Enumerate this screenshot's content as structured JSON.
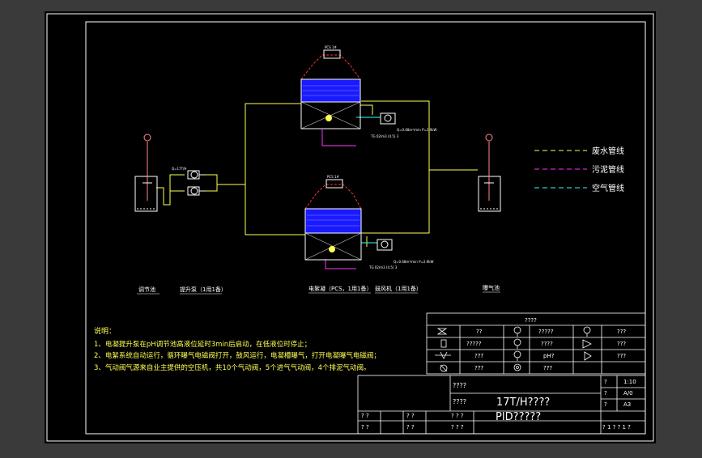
{
  "labels": {
    "left_tank": "调节池",
    "pump": "提升泵（1用1备）",
    "electrolyzer": "电絮凝（PCS，1用1备）",
    "blower": "鼓风机（1用1备）",
    "right_tank": "曝气池"
  },
  "legend": [
    {
      "label": "废水管线",
      "color": "#ffff55"
    },
    {
      "label": "污泥管线",
      "color": "#ff33ff"
    },
    {
      "label": "空气管线",
      "color": "#33ffff"
    }
  ],
  "notes": {
    "title": "说明：",
    "lines": [
      "1、电凝提升泵在pH调节池高液位延时3min后启动，在低液位时停止；",
      "2、电絮系统自动运行，循环曝气电磁阀打开，鼓风运行，电凝槽曝气，打开电凝曝气电磁阀；",
      "3、气动阀气源来自业主提供的空压机，共10个气动阀，5个进气气动阀，4个排泥气动阀。"
    ]
  },
  "symbol_table": {
    "title": "????",
    "rows": [
      [
        "??",
        "?????",
        "???"
      ],
      [
        "?????",
        "????",
        "???"
      ],
      [
        "???",
        "pH?",
        "???"
      ],
      [
        "???",
        "???",
        ""
      ]
    ]
  },
  "title_block": {
    "cell_a": "????",
    "cell_b": "????",
    "drawing_title": "17T/H????",
    "drawing_subtitle": "PID?????",
    "scale": "1:10",
    "rev": "A/0",
    "size": "A3",
    "sheet": "? 1 ? ? 1 ?",
    "q": "?",
    "qq": "? ?",
    "qqq": "? ? ?"
  },
  "tags": {
    "blower_spec": "Q=0.68m³/min P=2.9kW",
    "pump_spec": "Q=17T/H",
    "inst_spec": "TG 02/m3 (4.5) 3",
    "small": "PCS 1#"
  }
}
